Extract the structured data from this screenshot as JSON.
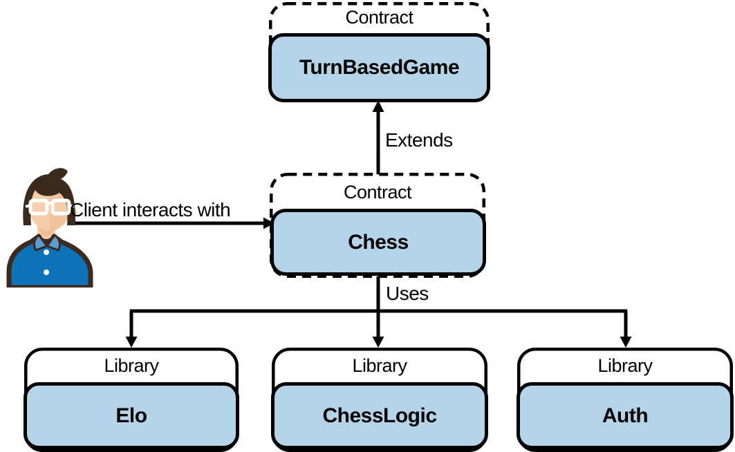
{
  "diagram": {
    "actor": {
      "icon": "client-person-icon"
    },
    "edges": {
      "client": "Client interacts with",
      "extends": "Extends",
      "uses": "Uses"
    },
    "nodes": {
      "turnbasedgame": {
        "kind": "Contract",
        "name": "TurnBasedGame"
      },
      "chess": {
        "kind": "Contract",
        "name": "Chess"
      },
      "libraries": [
        {
          "kind": "Library",
          "name": "Elo"
        },
        {
          "kind": "Library",
          "name": "ChessLogic"
        },
        {
          "kind": "Library",
          "name": "Auth"
        }
      ]
    },
    "colors": {
      "box_fill": "#B5D4E8",
      "line": "#000000",
      "hair": "#3B2A1E",
      "skin": "#F6CDA9",
      "skin_shadow": "#EDBD96",
      "shirt": "#0E72B8",
      "collar": "#5C9CD3",
      "glasses": "#FFFFFF"
    }
  }
}
